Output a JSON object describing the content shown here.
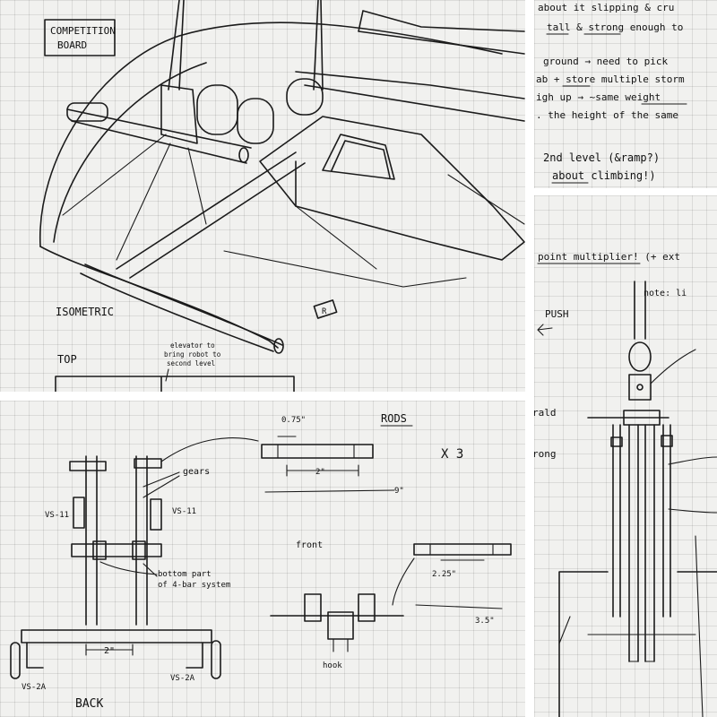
{
  "sketch1": {
    "board_label_line1": "COMPETITION",
    "board_label_line2": "BOARD",
    "isometric_label": "ISOMETRIC",
    "top_label": "TOP",
    "elevator_note_line1": "elevator to",
    "elevator_note_line2": "bring robot to",
    "elevator_note_line3": "second level",
    "tag_label": "R"
  },
  "notes": {
    "line1": "about it slipping & cru",
    "line2": "tall & strong enough to",
    "line3": "ground → need to pick",
    "line4": "ab + store multiple storm",
    "line5": "igh up → ~same weight",
    "line6": ". the height of the same",
    "line7": "2nd level (&ramp?)",
    "line8": "about climbing!)"
  },
  "sketch3": {
    "rods_label": "RODS",
    "times_label": "X 3",
    "dim_075": "0.75\"",
    "dim_2_top": "2\"",
    "dim_9": "9\"",
    "gears_label": "gears",
    "vs11_left": "VS-11",
    "vs11_right": "VS-11",
    "front_label": "front",
    "dim_225": "2.25\"",
    "dim_35": "3.5\"",
    "bottom_part_line1": "bottom part",
    "bottom_part_line2": "of 4-bar system",
    "dim_2_bottom": "2\"",
    "vs2a_left": "VS-2A",
    "vs2a_right": "VS-2A",
    "hook_label": "hook",
    "back_label": "BACK"
  },
  "sketch4": {
    "multiplier_note": "point multiplier! (+ ext",
    "note_label": "note: li",
    "push_label": "PUSH",
    "left_word_1": "rald",
    "left_word_2": "rong"
  }
}
